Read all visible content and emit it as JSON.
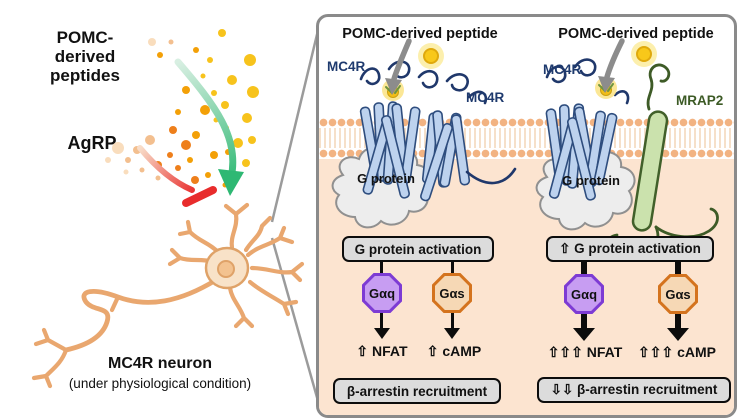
{
  "left": {
    "pomc_label": "POMC-\nderived\npeptides",
    "agrp_label": "AgRP",
    "neuron_title": "MC4R neuron",
    "neuron_subtitle": "(under physiological condition)"
  },
  "panel": {
    "diagrams": [
      {
        "title": "POMC-derived peptide",
        "receptor_labels": [
          "MC4R",
          "MC4R"
        ],
        "g_protein_label": "G protein",
        "activation_label": "G protein activation",
        "gaq_label": "Gαq",
        "gas_label": "Gαs",
        "nfat_label": "⇧ NFAT",
        "camp_label": "⇧ cAMP",
        "arrestin_label": "β-arrestin recruitment"
      },
      {
        "title": "POMC-derived peptide",
        "receptor_labels": [
          "MC4R"
        ],
        "mrap2_label": "MRAP2",
        "g_protein_label": "G protein",
        "activation_label": "⇧ G protein activation",
        "gaq_label": "Gαq",
        "gas_label": "Gαs",
        "nfat_label": "⇧⇧⇧ NFAT",
        "camp_label": "⇧⇧⇧ cAMP",
        "arrestin_label": "⇩⇩ β-arrestin recruitment"
      }
    ]
  },
  "colors": {
    "pomc_arrow_green": "#34b77a",
    "agrp_arrow_red": "#e82c2c",
    "gaq_fill": "#c79df2",
    "gaq_border": "#7d3bd4",
    "gas_fill": "#f6d8b5",
    "gas_border": "#d4731e",
    "mc4r_blue": "#1e3a6e",
    "mrap2_green": "#3c5a25",
    "intracellular_peach": "#fce4d0",
    "box_gray": "#dcdcdc"
  }
}
